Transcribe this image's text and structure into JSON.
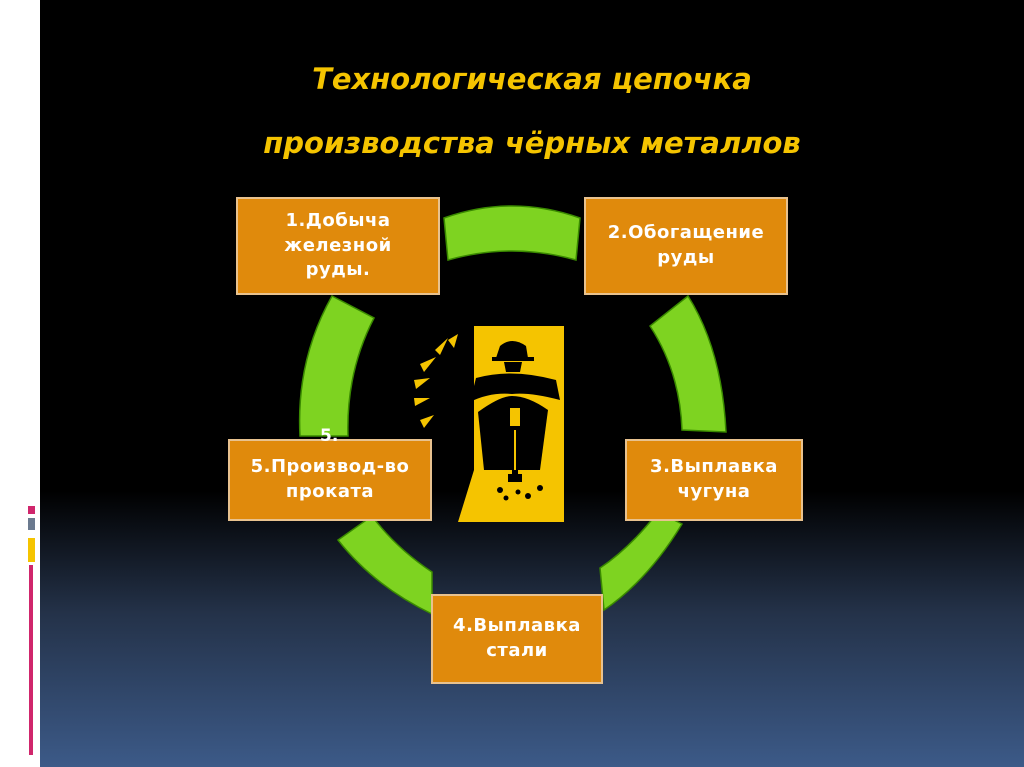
{
  "title": {
    "line1": "Технологическая цепочка",
    "line2": "производства чёрных металлов"
  },
  "steps": [
    {
      "label": "1.Добыча железной руды."
    },
    {
      "label": "2.Обогащение руды"
    },
    {
      "label": "3.Выплавка чугуна"
    },
    {
      "label": "4.Выплавка стали"
    },
    {
      "label": "5.Производ-во проката"
    }
  ],
  "stray_label": "5.",
  "colors": {
    "accent_title": "#f5c400",
    "box_fill": "#e08a0c",
    "arc_fill": "#7ed321",
    "icon_yellow": "#f5c400"
  },
  "icons": {
    "center": "miner-jackhammer-icon"
  }
}
